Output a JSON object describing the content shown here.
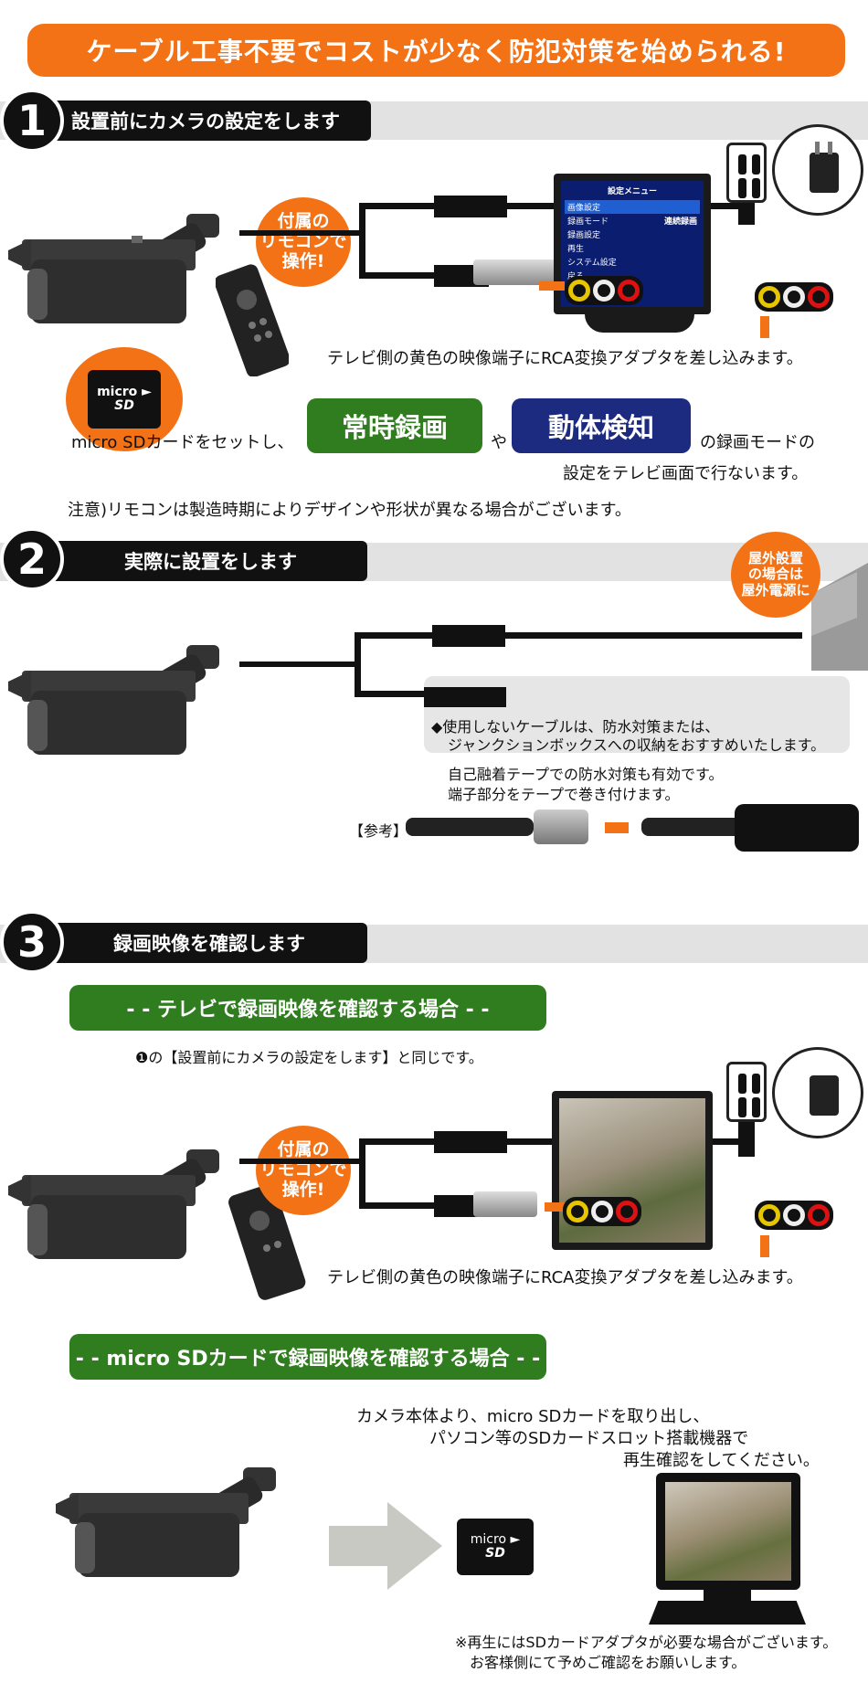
{
  "banner": "ケーブル工事不要でコストが少なく防犯対策を始められる!",
  "step1": {
    "num": "1",
    "title": "設置前にカメラの設定をします",
    "bubble": [
      "付属の",
      "リモコンで",
      "操作!"
    ],
    "menu": {
      "title": "設定メニュー",
      "items": [
        "画像設定",
        "録画モード",
        "録画設定",
        "再生",
        "システム設定",
        "戻る"
      ],
      "value": "連続録画"
    },
    "rca_note": "テレビ側の黄色の映像端子にRCA変換アダプタを差し込みます。",
    "sd": {
      "line1": "micro ►",
      "line2": "SD"
    },
    "text_pre": "micro SDカードをセットし、",
    "mode1": "常時録画",
    "mode_sep": "や",
    "mode2": "動体検知",
    "text_post1": "の録画モードの",
    "text_post2": "設定をテレビ画面で行ないます。",
    "note": "注意)リモコンは製造時期によりデザインや形状が異なる場合がございます。"
  },
  "step2": {
    "num": "2",
    "title": "実際に設置をします",
    "outdoor": [
      "屋外設置",
      "の場合は",
      "屋外電源に"
    ],
    "note1": "◆使用しないケーブルは、防水対策または、",
    "note2": "ジャンクションボックスへの収納をおすすめいたします。",
    "tape1": "自己融着テープでの防水対策も有効です。",
    "tape2": "端子部分をテープで巻き付けます。",
    "ref": "【参考】"
  },
  "step3": {
    "num": "3",
    "title": "録画映像を確認します",
    "tv_case": "- - テレビで録画映像を確認する場合 - -",
    "same_note": "❶の【設置前にカメラの設定をします】と同じです。",
    "bubble": [
      "付属の",
      "リモコンで",
      "操作!"
    ],
    "rca_note": "テレビ側の黄色の映像端子にRCA変換アダプタを差し込みます。",
    "sd_case": "- - micro SDカードで録画映像を確認する場合 - -",
    "sd_text1": "カメラ本体より、micro SDカードを取り出し、",
    "sd_text2": "パソコン等のSDカードスロット搭載機器で",
    "sd_text3": "再生確認をしてください。",
    "sd": {
      "line1": "micro ►",
      "line2": "SD"
    },
    "foot1": "※再生にはSDカードアダプタが必要な場合がございます。",
    "foot2": "お客様側にて予めご確認をお願いします。"
  },
  "colors": {
    "orange": "#f47216",
    "green": "#2f7d1e",
    "navy": "#1c2a80",
    "black": "#111111"
  }
}
